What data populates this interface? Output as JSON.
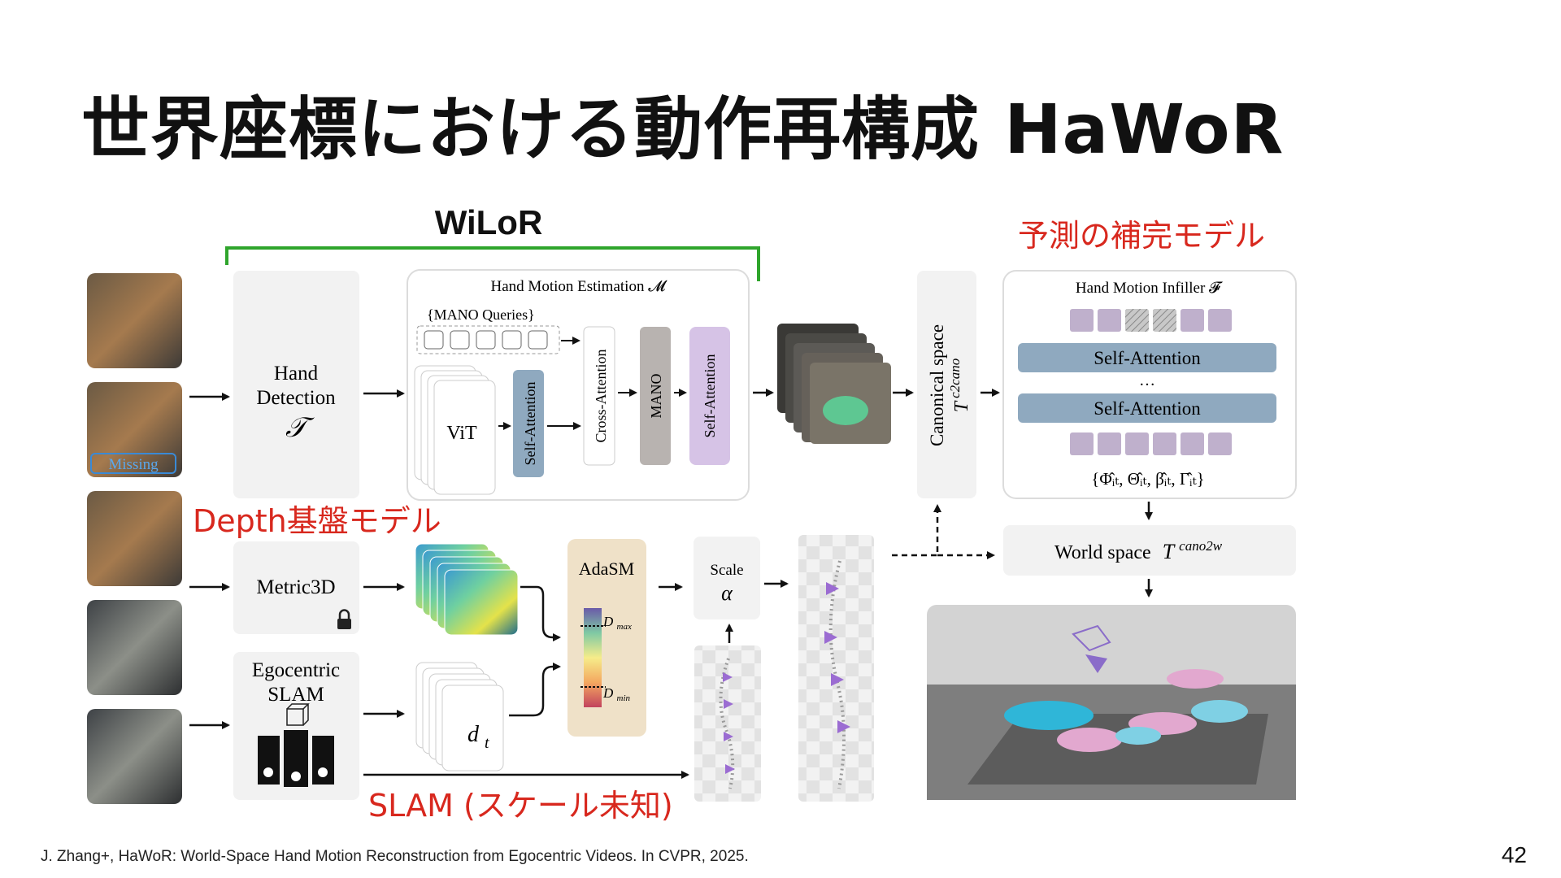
{
  "title": "世界座標における動作再構成 HaWoR",
  "annotations": {
    "wilor": "WiLoR",
    "infiller_label": "予測の補完モデル",
    "depth_label": "Depth基盤モデル",
    "slam_label": "SLAM (スケール未知)"
  },
  "blocks": {
    "hand_detection": {
      "line1": "Hand",
      "line2": "Detection",
      "symbol": "𝒯"
    },
    "hme": {
      "title": "Hand Motion Estimation 𝓜",
      "queries": "{MANO Queries}",
      "vit": "ViT",
      "self_attention": "Self-Attention",
      "cross_attention": "Cross-Attention",
      "mano": "MANO",
      "self_attention_2": "Self-Attention"
    },
    "canonical": {
      "label": "Canonical space",
      "symbol": "T",
      "sup": "c2cano"
    },
    "infiller": {
      "title": "Hand Motion Infiller 𝓕",
      "self_attention_1": "Self-Attention",
      "ellipsis": "…",
      "self_attention_2": "Self-Attention",
      "output": "{Φ̂ᵢₜ, Θ̂ᵢₜ, β̂ᵢₜ, Γ̂ᵢₜ}"
    },
    "metric3d": "Metric3D",
    "slam": {
      "line1": "Egocentric",
      "line2": "SLAM"
    },
    "dt": "d",
    "dt_sub": "t",
    "adasm": {
      "title": "AdaSM",
      "dmax": "D",
      "dmax_sub": "max",
      "dmin": "D",
      "dmin_sub": "min"
    },
    "scale": {
      "label": "Scale",
      "symbol": "α"
    },
    "world": {
      "label": "World space",
      "symbol": "T",
      "sup": "cano2w"
    },
    "missing": "Missing"
  },
  "colors": {
    "accent_red": "#d8281e",
    "wilor_bracket": "#2fa52c",
    "attention_blue": "#8fa9bf",
    "self_attention_purple": "#d6c3e6",
    "mano_gray": "#b8b3b0",
    "token_purple": "#bfb0cc",
    "adasm_bg": "#efe1c8"
  },
  "footer": {
    "reference": "J. Zhang+, HaWoR: World-Space Hand Motion Reconstruction from Egocentric Videos. In CVPR, 2025.",
    "page": "42"
  }
}
